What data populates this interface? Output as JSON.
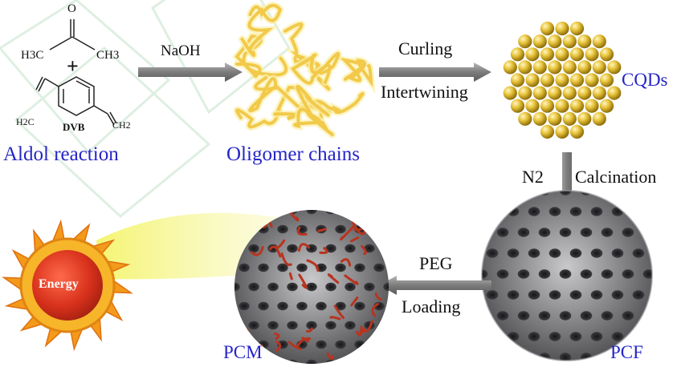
{
  "colors": {
    "label_blue": "#2525c8",
    "arrow_gray": "#8a8a8a",
    "chain_yellow": "#f2c94a",
    "sphere_gold": "#d9b21c",
    "framework_gray": "#6e6e70",
    "pcm_red": "#b8341f",
    "sun_red": "#d8321c",
    "sun_orange": "#f39a1a"
  },
  "step1": {
    "ketone_o": "O",
    "methyl_left": "H3C",
    "methyl_right": "CH3",
    "plus": "+",
    "vinyl_left": "H2C",
    "vinyl_right": "CH2",
    "dvb": "DVB",
    "caption": "Aldol reaction"
  },
  "arrow_naoh": {
    "label": "NaOH"
  },
  "step2": {
    "caption": "Oligomer chains"
  },
  "arrow_curl": {
    "label_top": "Curling",
    "label_bottom": "Intertwining"
  },
  "step3": {
    "caption": "CQDs"
  },
  "arrow_calc": {
    "label_left": "N2",
    "label_right": "Calcination"
  },
  "step4": {
    "caption": "PCF"
  },
  "arrow_peg": {
    "label_top": "PEG",
    "label_bottom": "Loading"
  },
  "step5": {
    "caption": "PCM"
  },
  "energy": {
    "label": "Energy"
  }
}
